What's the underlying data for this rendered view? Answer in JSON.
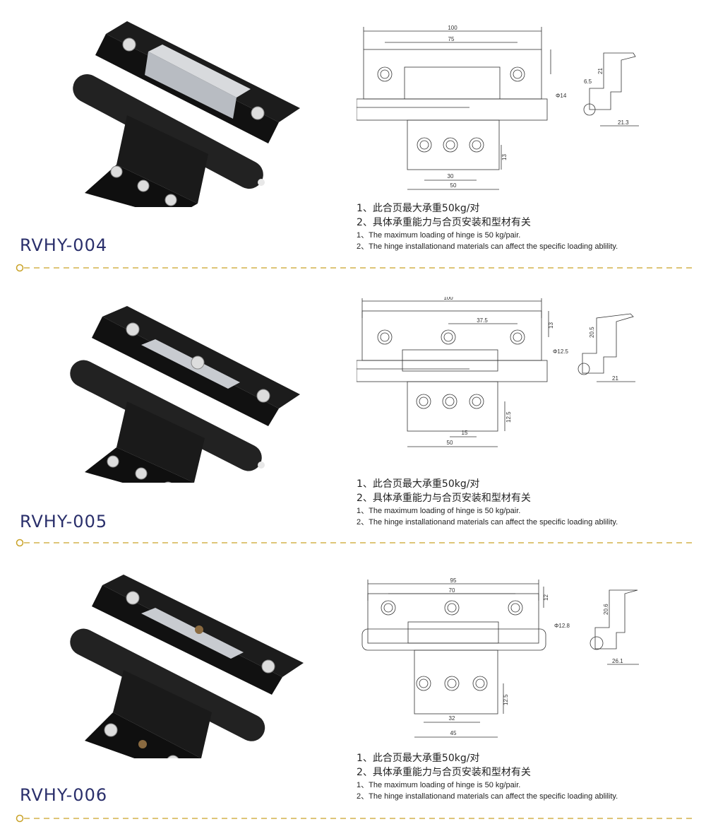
{
  "products": [
    {
      "model": "RVHY-004",
      "notes_cn": [
        "1、此合页最大承重50kg/对",
        "2、具体承重能力与合页安装和型材有关"
      ],
      "notes_en": [
        "1、The maximum loading of hinge is 50 kg/pair.",
        "2、The hinge installationand materials can affect the specific loading ablility."
      ],
      "dims": {
        "overall": "100",
        "upper_holes": "75",
        "lower_holes": "30",
        "lower_width": "50",
        "lower_height": "13",
        "profile_height": "21",
        "profile_small": "6.5",
        "pin_dia": "Φ14",
        "profile_width": "21.3"
      }
    },
    {
      "model": "RVHY-005",
      "notes_cn": [
        "1、此合页最大承重50kg/对",
        "2、具体承重能力与合页安装和型材有关"
      ],
      "notes_en": [
        "1、The maximum loading of hinge is 50 kg/pair.",
        "2、The hinge installationand materials can affect the specific loading ablility."
      ],
      "dims": {
        "overall": "100",
        "upper_holes": "37.5",
        "upper_height": "13",
        "lower_holes": "15",
        "lower_width": "50",
        "lower_height": "12.5",
        "profile_height": "20.5",
        "pin_dia": "Φ12.5",
        "profile_width": "21"
      }
    },
    {
      "model": "RVHY-006",
      "notes_cn": [
        "1、此合页最大承重50kg/对",
        "2、具体承重能力与合页安装和型材有关"
      ],
      "notes_en": [
        "1、The maximum loading of hinge is 50 kg/pair.",
        "2、The hinge installationand materials can affect the specific loading ablility."
      ],
      "dims": {
        "overall": "95",
        "upper_holes": "70",
        "upper_height": "12",
        "lower_holes": "32",
        "lower_width": "45",
        "lower_height": "12.5",
        "profile_height": "20.6",
        "pin_dia": "Φ12.8",
        "profile_width": "26.1"
      }
    }
  ],
  "colors": {
    "accent": "#c9a227",
    "model_text": "#2a2f6b",
    "hinge_body": "#1a1a1a"
  }
}
